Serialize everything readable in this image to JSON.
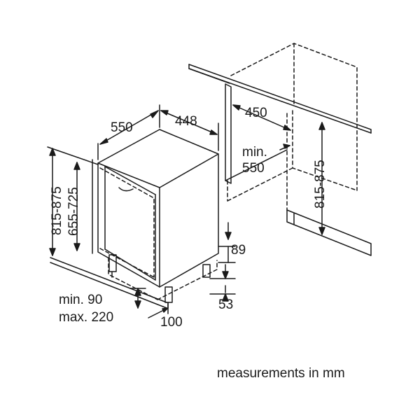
{
  "labels": {
    "depth_550": "550",
    "width_448": "448",
    "niche_depth_450": "450",
    "min_label": "min.",
    "min_width_550": "550",
    "height_815_875_left": "815-875",
    "door_655_725": "655-725",
    "height_815_875_right": "815-875",
    "plinth_89": "89",
    "plinth_53": "53",
    "plinth_min_90": "min. 90",
    "plinth_max_220": "max. 220",
    "depth_100": "100",
    "caption": "measurements in mm"
  },
  "colors": {
    "line": "#1a1a1a",
    "background": "#ffffff"
  }
}
